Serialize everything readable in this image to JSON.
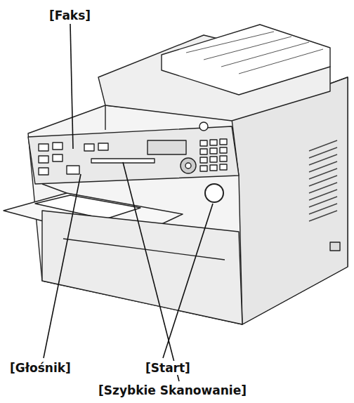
{
  "diagram": {
    "labels": [
      "[Faks]",
      "[Głośnik]",
      "[Start]",
      "[Szybkie Skanowanie]"
    ]
  }
}
